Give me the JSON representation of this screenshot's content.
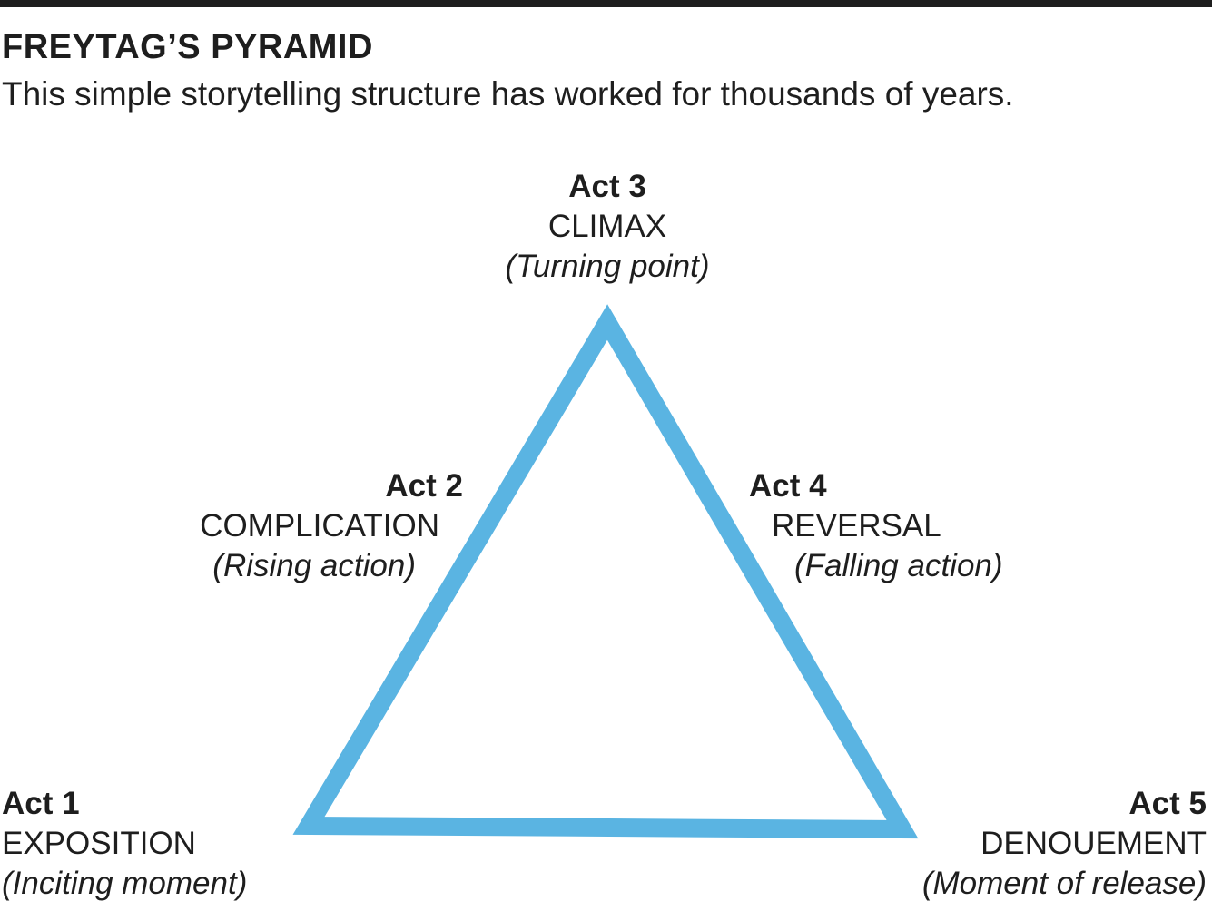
{
  "header": {
    "title": "FREYTAG’S PYRAMID",
    "subtitle": "This simple storytelling structure has worked for thousands of years."
  },
  "colors": {
    "pyramid_stroke": "#5ab4e2",
    "text": "#1e1e1e",
    "rule": "#1e1e1e"
  },
  "acts": [
    {
      "act": "Act 1",
      "name": "EXPOSITION",
      "description": "(Inciting moment)"
    },
    {
      "act": "Act 2",
      "name": "COMPLICATION",
      "description": "(Rising action)"
    },
    {
      "act": "Act 3",
      "name": "CLIMAX",
      "description": "(Turning point)"
    },
    {
      "act": "Act 4",
      "name": "REVERSAL",
      "description": "(Falling action)"
    },
    {
      "act": "Act 5",
      "name": "DENOUEMENT",
      "description": "(Moment of release)"
    }
  ]
}
